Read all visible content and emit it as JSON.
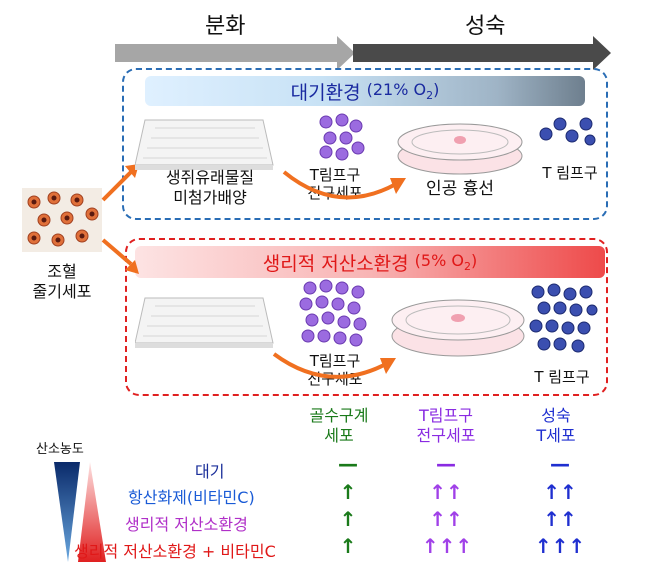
{
  "stages": {
    "differentiation": "분화",
    "maturation": "성숙"
  },
  "atmospheric": {
    "title": "대기환경",
    "condition": "(21% O",
    "sub": "2",
    "close": ")"
  },
  "physiologic": {
    "title": "생리적 저산소환경",
    "condition": "(5% O",
    "sub": "2",
    "close": ")"
  },
  "labels": {
    "hsc_line1": "조혈",
    "hsc_line2": "줄기세포",
    "plate_line1": "생쥐유래물질",
    "plate_line2": "미첨가배양",
    "progenitor_top_line1": "T림프구",
    "progenitor_top_line2": "전구세포",
    "thymus_top": "인공 흉선",
    "tcell_top": "T 림프구",
    "progenitor_bottom_line1": "T림프구",
    "progenitor_bottom_line2": "전구세포",
    "tcell_bottom": "T 림프구"
  },
  "legend": {
    "oxygen_label": "산소농도",
    "rows": [
      "대기",
      "항산화제(비타민C)",
      "생리적 저산소환경",
      "생리적 저산소환경 + 비타민C"
    ],
    "row_colors": [
      "#1a2e9a",
      "#1a5bd6",
      "#b030c8",
      "#e01818"
    ]
  },
  "columns": [
    {
      "line1": "골수구계",
      "line2": "세포",
      "color": "#1a7a1a"
    },
    {
      "line1": "T림프구",
      "line2": "전구세포",
      "color": "#8a2be2"
    },
    {
      "line1": "성숙",
      "line2": "T세포",
      "color": "#1f2fd0"
    }
  ],
  "marks": [
    [
      "—",
      "—",
      "—"
    ],
    [
      "↑",
      "↑↑",
      "↑↑"
    ],
    [
      "↑",
      "↑↑",
      "↑↑"
    ],
    [
      "↑",
      "↑↑↑",
      "↑↑↑"
    ]
  ]
}
